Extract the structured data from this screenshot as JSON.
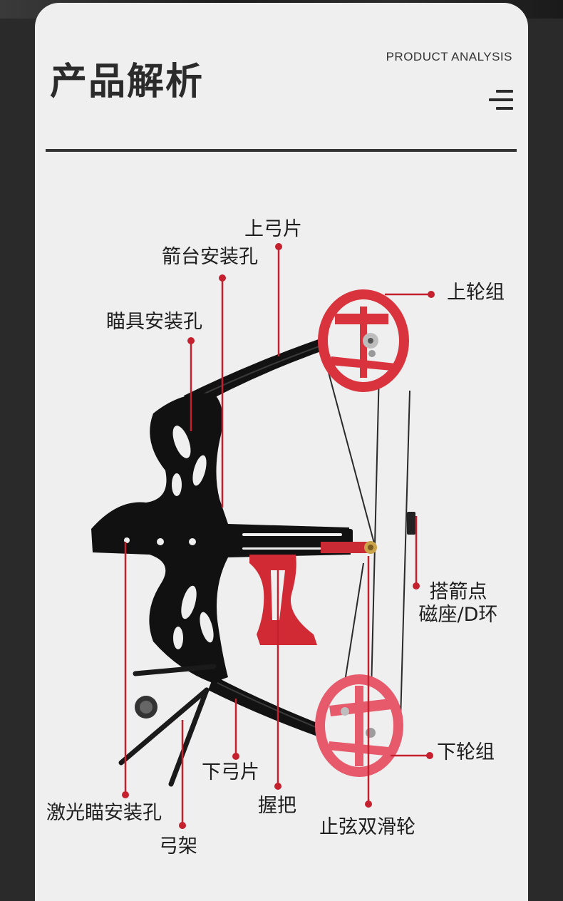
{
  "header": {
    "title": "产品解析",
    "subtitle": "PRODUCT ANALYSIS"
  },
  "menu_icon": "hamburger-menu-icon",
  "colors": {
    "accent": "#c4202e",
    "cam_red": "#d9343e",
    "cam_pink": "#e65a6c",
    "riser": "#111111",
    "background": "#efefef"
  },
  "labels": {
    "upper_limb": "上弓片",
    "arrow_rest_hole": "箭台安装孔",
    "sight_hole": "瞄具安装孔",
    "upper_cam": "上轮组",
    "nocking_point_line1": "搭箭点",
    "nocking_point_line2": "磁座/D环",
    "lower_cam": "下轮组",
    "lower_limb": "下弓片",
    "laser_hole": "激光瞄安装孔",
    "grip": "握把",
    "string_stop": "止弦双滑轮",
    "stand": "弓架"
  }
}
